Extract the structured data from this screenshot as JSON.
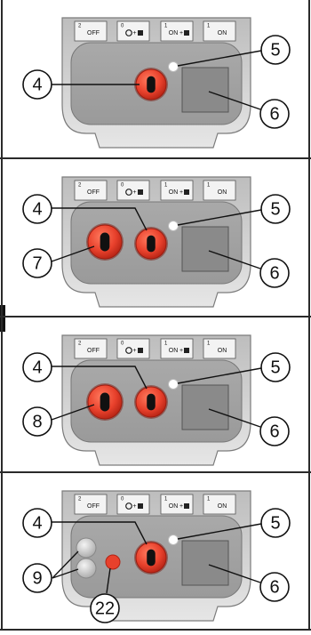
{
  "panel_labels": {
    "off": "OFF",
    "on": "ON",
    "plus_mark": "+",
    "tab_num_1": "2",
    "tab_num_2": "0",
    "tab_num_3": "1",
    "tab_num_4": "1"
  },
  "figures": [
    {
      "id": "a",
      "callouts": [
        {
          "num": "4",
          "target": "main-key"
        },
        {
          "num": "5",
          "target": "indicator-light"
        },
        {
          "num": "6",
          "target": "display-box"
        }
      ],
      "extras": []
    },
    {
      "id": "b",
      "callouts": [
        {
          "num": "4",
          "target": "main-key"
        },
        {
          "num": "7",
          "target": "left-key"
        },
        {
          "num": "5",
          "target": "indicator-light"
        },
        {
          "num": "6",
          "target": "display-box"
        }
      ],
      "extras": [
        "left-key"
      ]
    },
    {
      "id": "c",
      "callouts": [
        {
          "num": "4",
          "target": "main-key"
        },
        {
          "num": "8",
          "target": "left-key"
        },
        {
          "num": "5",
          "target": "indicator-light"
        },
        {
          "num": "6",
          "target": "display-box"
        }
      ],
      "extras": [
        "left-key"
      ]
    },
    {
      "id": "d",
      "callouts": [
        {
          "num": "4",
          "target": "main-key"
        },
        {
          "num": "9",
          "target": "grey-buttons"
        },
        {
          "num": "22",
          "target": "red-dot"
        },
        {
          "num": "5",
          "target": "indicator-light"
        },
        {
          "num": "6",
          "target": "display-box"
        }
      ],
      "extras": [
        "grey-buttons",
        "red-dot"
      ]
    }
  ],
  "colors": {
    "panel_light": "#d4d4d4",
    "panel_dark": "#8f8f8f",
    "key_red": "#e8412c",
    "key_dark_red": "#b22213",
    "display_grey": "#8a8a8a",
    "frame_black": "#2a2a2a"
  }
}
